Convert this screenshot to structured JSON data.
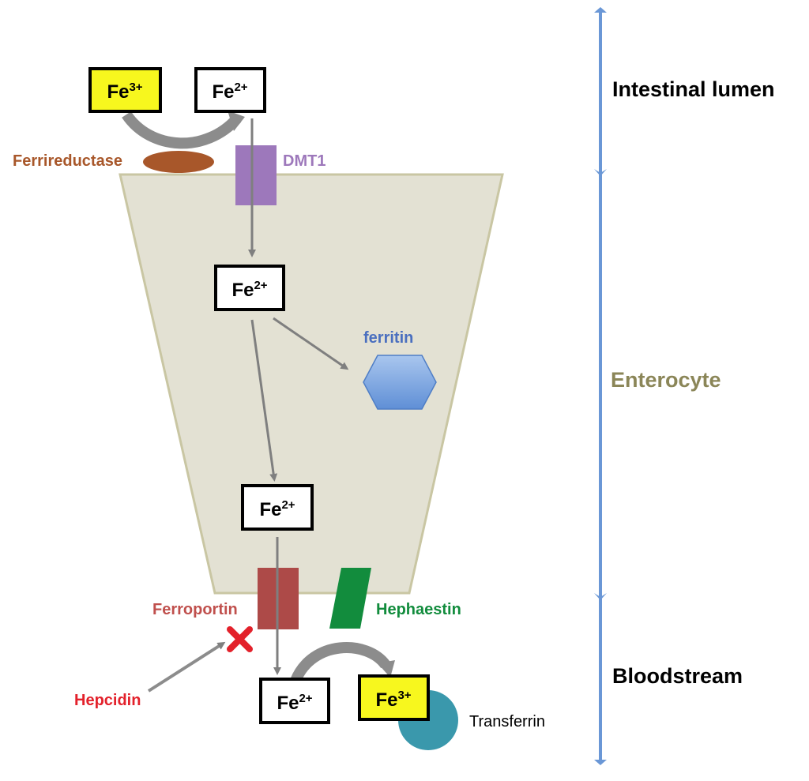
{
  "regions": {
    "lumen": "Intestinal lumen",
    "enterocyte": "Enterocyte",
    "bloodstream": "Bloodstream"
  },
  "ions": {
    "fe3_base": "Fe",
    "fe3_sup": "3+",
    "fe2_base": "Fe",
    "fe2_sup": "2+"
  },
  "proteins": {
    "ferrireductase": "Ferrireductase",
    "dmt1": "DMT1",
    "ferritin": "ferritin",
    "ferroportin": "Ferroportin",
    "hephaestin": "Hephaestin",
    "hepcidin": "Hepcidin",
    "transferrin": "Transferrin"
  },
  "colors": {
    "fe3_fill": "#f7f71e",
    "cell_fill": "#e3e1d3",
    "cell_stroke": "#c9c6a3",
    "axis": "#6a97d6",
    "arrow": "#7f7f7f",
    "ferrireductase": "#a8572a",
    "dmt1": "#9d78bb",
    "ferritin": "#4a6fbf",
    "ferroportin": "#ad4a48",
    "ferroportin_label": "#c0504d",
    "hephaestin": "#128c3d",
    "hepcidin": "#e3212b",
    "transferrin": "#3a98ac",
    "enterocyte_label": "#8b8658"
  }
}
